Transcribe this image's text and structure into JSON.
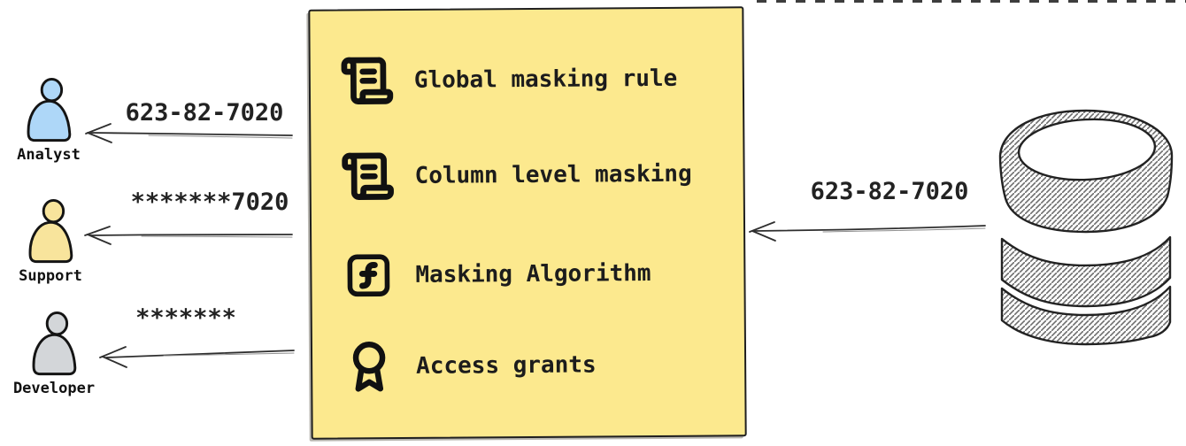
{
  "personas": [
    {
      "name": "Analyst",
      "received_value": "623-82-7020",
      "fill": "#aed7f8"
    },
    {
      "name": "Support",
      "received_value": "*******7020",
      "fill": "#f8e49c"
    },
    {
      "name": "Developer",
      "received_value": "*******",
      "fill": "#d3d6d9"
    }
  ],
  "masking_box": {
    "fill": "#fce98e",
    "border_color": "#1f1f1f",
    "items": [
      {
        "icon": "scroll-text-icon",
        "label": "Global masking rule"
      },
      {
        "icon": "scroll-text-icon",
        "label": "Column level masking"
      },
      {
        "icon": "function-square-icon",
        "label": "Masking Algorithm"
      },
      {
        "icon": "award-icon",
        "label": "Access grants"
      }
    ]
  },
  "database": {
    "icon": "database-icon",
    "outgoing_value": "623-82-7020"
  },
  "ink_color": "#1c1c1c"
}
